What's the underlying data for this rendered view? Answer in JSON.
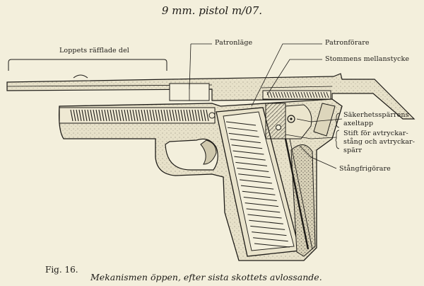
{
  "title": "9 mm. pistol m/07.",
  "labels": {
    "barrel_rifled": "Loppets räfflade del",
    "chamber": "Patronläge",
    "feeder": "Patronförare",
    "frame_mid": "Stommens mellanstycke",
    "safety_axle_1": "Säkerhetsspärrens",
    "safety_axle_2": "axeltapp",
    "pin_1": "Stift  för avtryckar-",
    "pin_2": "stång och avtryckar-",
    "pin_3": "spärr",
    "rod_release": "Stångfrigörare"
  },
  "figure": "Fig. 16.",
  "caption": "Mekanismen öppen, efter sista skottets avlossande.",
  "colors": {
    "paper": "#f3efdc",
    "ink": "#1d1b17",
    "shade": "#8a877c"
  }
}
